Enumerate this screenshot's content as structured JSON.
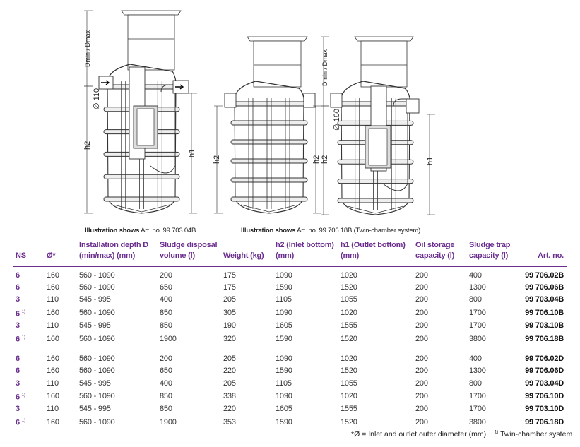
{
  "drawings": {
    "labels": {
      "dmin_dmax": "Dmin / Dmax",
      "dia_110": "∅ 110",
      "dia_160": "∅ 160",
      "h1": "h1",
      "h2": "h2"
    },
    "caption_left": {
      "bold": "Illustration shows",
      "text": "Art. no. 99 703.04B"
    },
    "caption_right": {
      "bold": "Illustration shows",
      "text": "Art. no. 99 706.18B (Twin-chamber system)"
    }
  },
  "table": {
    "headers": [
      "NS",
      "Ø*",
      "Installation depth D (min/max) (mm)",
      "Sludge disposal volume (l)",
      "Weight (kg)",
      "h2 (Inlet bottom) (mm)",
      "h1 (Outlet bottom) (mm)",
      "Oil storage capacity (l)",
      "Sludge trap capacity (l)",
      "Art. no."
    ],
    "group1": [
      {
        "ns": "6",
        "fn": "",
        "dia": "160",
        "depth": "560 - 1090",
        "sludge": "200",
        "weight": "175",
        "h2": "1090",
        "h1": "1020",
        "oil": "200",
        "trap": "400",
        "art": "99 706.02B"
      },
      {
        "ns": "6",
        "fn": "",
        "dia": "160",
        "depth": "560 - 1090",
        "sludge": "650",
        "weight": "175",
        "h2": "1590",
        "h1": "1520",
        "oil": "200",
        "trap": "1300",
        "art": "99 706.06B"
      },
      {
        "ns": "3",
        "fn": "",
        "dia": "110",
        "depth": "545 - 995",
        "sludge": "400",
        "weight": "205",
        "h2": "1105",
        "h1": "1055",
        "oil": "200",
        "trap": "800",
        "art": "99 703.04B"
      },
      {
        "ns": "6",
        "fn": "1)",
        "dia": "160",
        "depth": "560 - 1090",
        "sludge": "850",
        "weight": "305",
        "h2": "1090",
        "h1": "1020",
        "oil": "200",
        "trap": "1700",
        "art": "99 706.10B"
      },
      {
        "ns": "3",
        "fn": "",
        "dia": "110",
        "depth": "545 - 995",
        "sludge": "850",
        "weight": "190",
        "h2": "1605",
        "h1": "1555",
        "oil": "200",
        "trap": "1700",
        "art": "99 703.10B"
      },
      {
        "ns": "6",
        "fn": "1)",
        "dia": "160",
        "depth": "560 - 1090",
        "sludge": "1900",
        "weight": "320",
        "h2": "1590",
        "h1": "1520",
        "oil": "200",
        "trap": "3800",
        "art": "99 706.18B"
      }
    ],
    "group2": [
      {
        "ns": "6",
        "fn": "",
        "dia": "160",
        "depth": "560 - 1090",
        "sludge": "200",
        "weight": "205",
        "h2": "1090",
        "h1": "1020",
        "oil": "200",
        "trap": "400",
        "art": "99 706.02D"
      },
      {
        "ns": "6",
        "fn": "",
        "dia": "160",
        "depth": "560 - 1090",
        "sludge": "650",
        "weight": "220",
        "h2": "1590",
        "h1": "1520",
        "oil": "200",
        "trap": "1300",
        "art": "99 706.06D"
      },
      {
        "ns": "3",
        "fn": "",
        "dia": "110",
        "depth": "545 - 995",
        "sludge": "400",
        "weight": "205",
        "h2": "1105",
        "h1": "1055",
        "oil": "200",
        "trap": "800",
        "art": "99 703.04D"
      },
      {
        "ns": "6",
        "fn": "1)",
        "dia": "160",
        "depth": "560 - 1090",
        "sludge": "850",
        "weight": "338",
        "h2": "1090",
        "h1": "1020",
        "oil": "200",
        "trap": "1700",
        "art": "99 706.10D"
      },
      {
        "ns": "3",
        "fn": "",
        "dia": "110",
        "depth": "545 - 995",
        "sludge": "850",
        "weight": "220",
        "h2": "1605",
        "h1": "1555",
        "oil": "200",
        "trap": "1700",
        "art": "99 703.10D"
      },
      {
        "ns": "6",
        "fn": "1)",
        "dia": "160",
        "depth": "560 - 1090",
        "sludge": "1900",
        "weight": "353",
        "h2": "1590",
        "h1": "1520",
        "oil": "200",
        "trap": "3800",
        "art": "99 706.18D"
      }
    ]
  },
  "footnotes": {
    "diameter": "*Ø = Inlet and outlet outer diameter (mm)",
    "twin_marker": "1)",
    "twin": "Twin-chamber system"
  }
}
